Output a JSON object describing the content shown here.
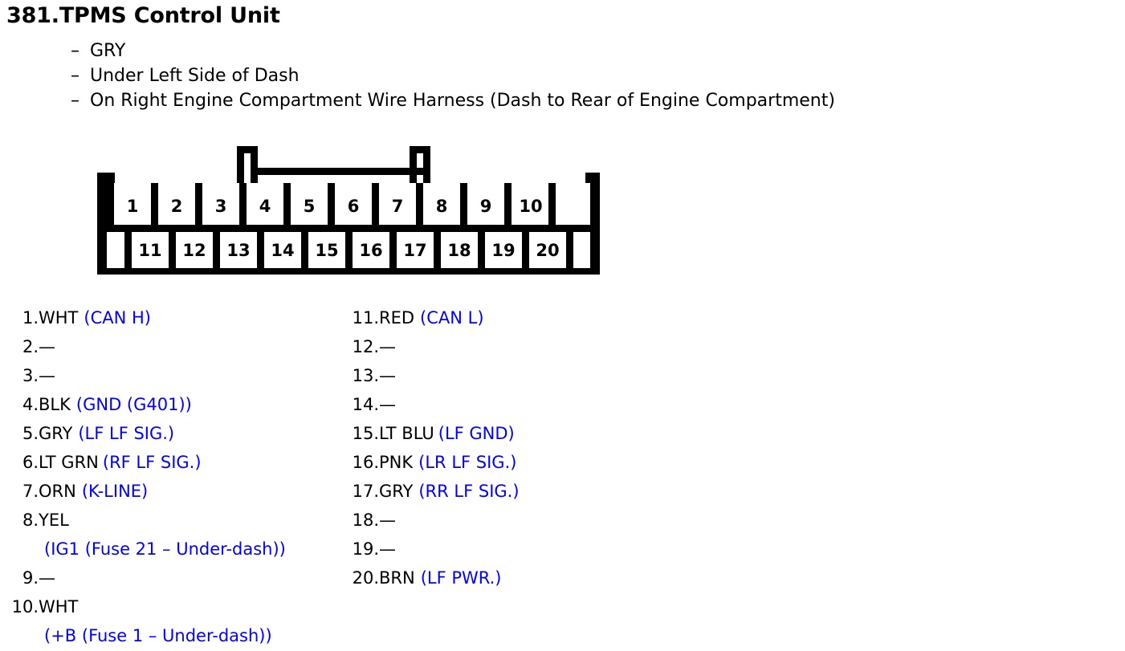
{
  "header": {
    "title": "381.TPMS Control Unit",
    "dash": "–",
    "bullets": [
      "GRY",
      "Under Left Side of Dash",
      "On Right Engine Compartment Wire Harness (Dash to Rear of Engine Compartment)"
    ]
  },
  "connector": {
    "top_row_pins": [
      "1",
      "2",
      "3",
      "4",
      "5",
      "6",
      "7",
      "8",
      "9",
      "10"
    ],
    "bottom_row_pins": [
      "11",
      "12",
      "13",
      "14",
      "15",
      "16",
      "17",
      "18",
      "19",
      "20"
    ],
    "outline_color": "#000000",
    "fill_color": "#ffffff"
  },
  "colors": {
    "function_text": "#0000ff",
    "wire_text": "#000000"
  },
  "pins": {
    "left": [
      {
        "num": "1.",
        "wire": "WHT",
        "func": "(CAN H)",
        "cont": ""
      },
      {
        "num": "2.",
        "wire": "—",
        "func": "",
        "cont": ""
      },
      {
        "num": "3.",
        "wire": "—",
        "func": "",
        "cont": ""
      },
      {
        "num": "4.",
        "wire": "BLK",
        "func": "(GND (G401))",
        "cont": ""
      },
      {
        "num": "5.",
        "wire": "GRY",
        "func": "(LF LF SIG.)",
        "cont": ""
      },
      {
        "num": "6.",
        "wire": "LT GRN",
        "func": "(RF LF SIG.)",
        "cont": ""
      },
      {
        "num": "7.",
        "wire": "ORN",
        "func": "(K-LINE)",
        "cont": ""
      },
      {
        "num": "8.",
        "wire": "YEL",
        "func": "",
        "cont": "(IG1 (Fuse 21 – Under-dash))"
      },
      {
        "num": "9.",
        "wire": "—",
        "func": "",
        "cont": ""
      },
      {
        "num": "10.",
        "wire": "WHT",
        "func": "",
        "cont": "(+B (Fuse 1 – Under-dash))"
      }
    ],
    "right": [
      {
        "num": "11.",
        "wire": "RED",
        "func": "(CAN L)"
      },
      {
        "num": "12.",
        "wire": "—",
        "func": ""
      },
      {
        "num": "13.",
        "wire": "—",
        "func": ""
      },
      {
        "num": "14.",
        "wire": "—",
        "func": ""
      },
      {
        "num": "15.",
        "wire": "LT BLU",
        "func": "(LF GND)"
      },
      {
        "num": "16.",
        "wire": "PNK",
        "func": "(LR LF SIG.)"
      },
      {
        "num": "17.",
        "wire": "GRY",
        "func": "(RR LF SIG.)"
      },
      {
        "num": "18.",
        "wire": "—",
        "func": ""
      },
      {
        "num": "19.",
        "wire": "—",
        "func": ""
      },
      {
        "num": "20.",
        "wire": "BRN",
        "func": "(LF PWR.)"
      }
    ]
  }
}
